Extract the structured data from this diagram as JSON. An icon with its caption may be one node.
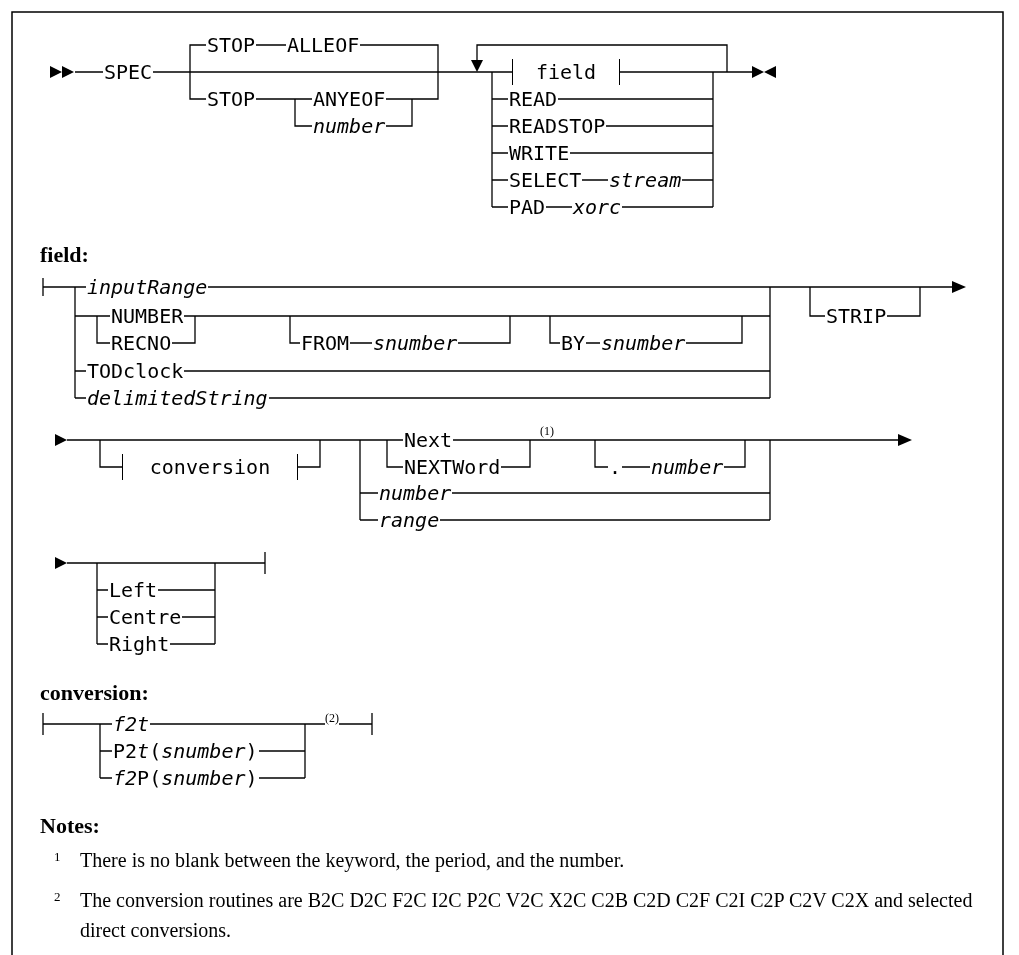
{
  "diagram": {
    "nodes": [
      {
        "text": [
          "field"
        ]
      },
      {
        "text": [
          "conversion"
        ]
      }
    ],
    "labels": [
      "SPEC",
      "STOP",
      "ALLEOF",
      "STOP",
      "ANYEOF",
      "number",
      "READ",
      "READSTOP",
      "WRITE",
      "SELECT",
      "stream",
      "PAD",
      "xorc",
      "field:",
      "inputRange",
      "NUMBER",
      "RECNO",
      "FROM",
      "snumber",
      "BY",
      "snumber",
      "STRIP",
      "TODclock",
      "delimitedString",
      "Next",
      "(1)",
      "NEXTWord",
      ".",
      "number",
      "number",
      "range",
      "Left",
      "Centre",
      "Right",
      "conversion:",
      "f2t",
      "(2)",
      "P2t(snumber)",
      "f2P(snumber)",
      "Notes:",
      "1",
      "There is no blank between the keyword, the period, and the number.",
      "2",
      "The conversion routines are B2C D2C F2C I2C P2C V2C X2C C2B C2D C2F C2I C2P C2V C2X and selected direct conversions."
    ]
  }
}
